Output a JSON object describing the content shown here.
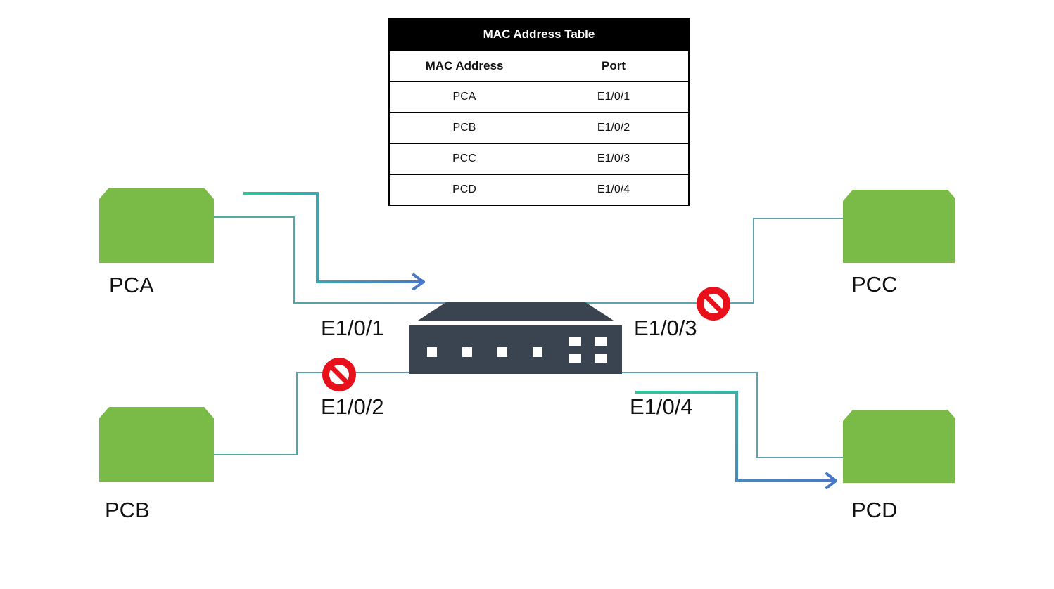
{
  "mac_table": {
    "title": "MAC Address Table",
    "headers": {
      "mac": "MAC Address",
      "port": "Port"
    },
    "rows": [
      {
        "mac": "PCA",
        "port": "E1/0/1"
      },
      {
        "mac": "PCB",
        "port": "E1/0/2"
      },
      {
        "mac": "PCC",
        "port": "E1/0/3"
      },
      {
        "mac": "PCD",
        "port": "E1/0/4"
      }
    ]
  },
  "hosts": {
    "pca": "PCA",
    "pcb": "PCB",
    "pcc": "PCC",
    "pcd": "PCD"
  },
  "ports": {
    "p1": "E1/0/1",
    "p2": "E1/0/2",
    "p3": "E1/0/3",
    "p4": "E1/0/4"
  },
  "colors": {
    "host": "#7aba47",
    "switch": "#3a4350",
    "link": "#4db39a",
    "arrow_start": "#35c49a",
    "arrow_end": "#4a78c8",
    "blocked": "#e8101a"
  },
  "icons": {
    "blocked": "no-entry-icon",
    "switch": "network-switch-icon"
  }
}
